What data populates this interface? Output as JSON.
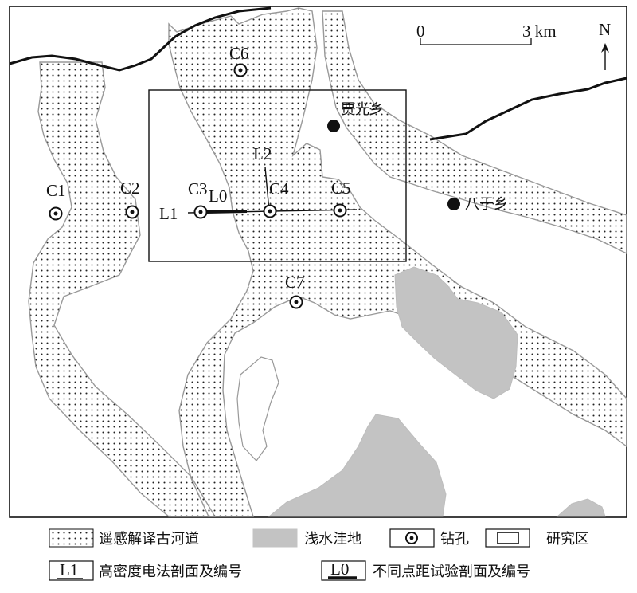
{
  "scale": {
    "start": "0",
    "end": "3 km"
  },
  "north": "N",
  "boreholes": [
    {
      "id": "c1",
      "label": "C1"
    },
    {
      "id": "c2",
      "label": "C2"
    },
    {
      "id": "c3",
      "label": "C3"
    },
    {
      "id": "c4",
      "label": "C4"
    },
    {
      "id": "c5",
      "label": "C5"
    },
    {
      "id": "c6",
      "label": "C6"
    },
    {
      "id": "c7",
      "label": "C7"
    }
  ],
  "profiles": {
    "l0": "L0",
    "l1": "L1",
    "l2": "L2"
  },
  "towns": [
    {
      "id": "jiaguang",
      "label": "贾光乡"
    },
    {
      "id": "bayu",
      "label": "八于乡"
    }
  ],
  "legend": {
    "paleochannel": "遥感解译古河道",
    "depression": "浅水洼地",
    "borehole": "钻孔",
    "study_area": "研究区",
    "hd_profile_symbol": "L1",
    "hd_profile": "高密度电法剖面及编号",
    "test_profile_symbol": "L0",
    "test_profile": "不同点距试验剖面及编号"
  },
  "colors": {
    "depression": "#c3c3c3",
    "channel_edge": "#999999",
    "border": "#111111"
  }
}
